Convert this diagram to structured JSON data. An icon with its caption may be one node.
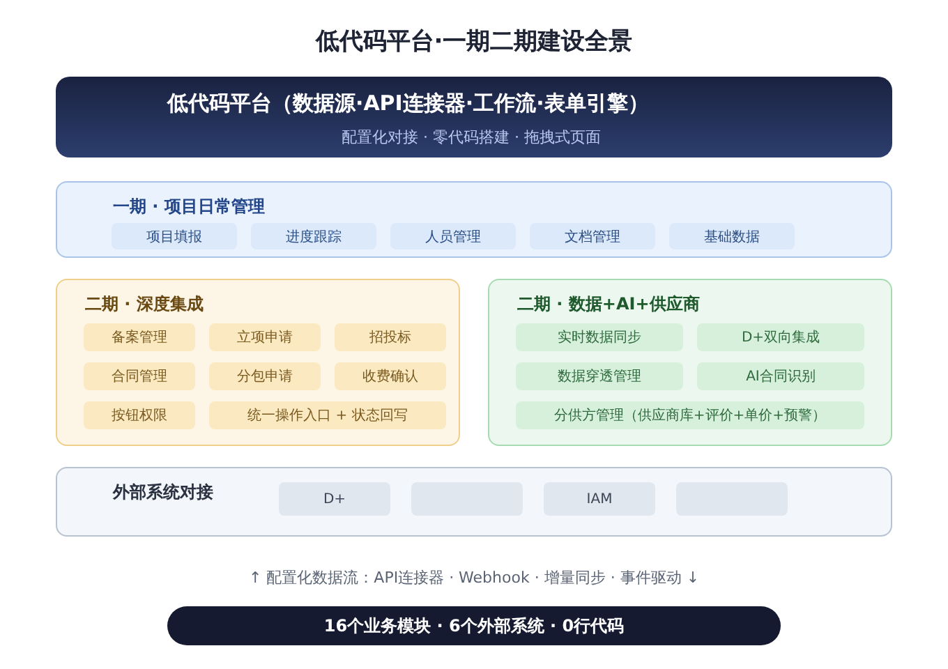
{
  "diagram": {
    "title": "低代码平台·一期二期建设全景",
    "nodes": [
      {
        "text": [
          "低代码平台（数据源·API连接器·工作流·表单引擎）",
          "配置化对接 · 零代码搭建 · 拖拽式页面"
        ]
      },
      {
        "text": [
          "一期 · 项目日常管理"
        ]
      },
      {
        "text": [
          "项目填报"
        ],
        "in": 1
      },
      {
        "text": [
          "进度跟踪"
        ],
        "in": 1
      },
      {
        "text": [
          "人员管理"
        ],
        "in": 1
      },
      {
        "text": [
          "文档管理"
        ],
        "in": 1
      },
      {
        "text": [
          "基础数据"
        ],
        "in": 1
      },
      {
        "text": [
          "二期 · 深度集成"
        ]
      },
      {
        "text": [
          "备案管理"
        ],
        "in": 7
      },
      {
        "text": [
          "立项申请"
        ],
        "in": 7
      },
      {
        "text": [
          "招投标"
        ],
        "in": 7
      },
      {
        "text": [
          "合同管理"
        ],
        "in": 7
      },
      {
        "text": [
          "分包申请"
        ],
        "in": 7
      },
      {
        "text": [
          "收费确认"
        ],
        "in": 7
      },
      {
        "text": [
          "按钮权限"
        ],
        "in": 7
      },
      {
        "text": [
          "统一操作入口 + 状态回写"
        ],
        "in": 7
      },
      {
        "text": [
          "二期 · 数据+AI+供应商"
        ]
      },
      {
        "text": [
          "实时数据同步"
        ],
        "in": 16
      },
      {
        "text": [
          "D+双向集成"
        ],
        "in": 16
      },
      {
        "text": [
          "数据穿透管理"
        ],
        "in": 16
      },
      {
        "text": [
          "AI合同识别"
        ],
        "in": 16
      },
      {
        "text": [
          "分供方管理（供应商库+评价+单价+预警）"
        ],
        "in": 16
      },
      {
        "text": [
          "外部系统对接"
        ]
      },
      {
        "text": [
          "D+"
        ],
        "in": 22
      },
      {
        "text": [],
        "shape": "box",
        "in": 22
      },
      {
        "text": [
          "IAM"
        ],
        "in": 22
      },
      {
        "text": [],
        "shape": "box",
        "in": 22
      },
      {
        "text": [
          "16个业务模块 · 6个外部系统 · 0行代码"
        ]
      }
    ],
    "edges": [],
    "labels": [
      "↑ 配置化数据流：API连接器 · Webhook · 增量同步 · 事件驱动 ↓"
    ]
  }
}
